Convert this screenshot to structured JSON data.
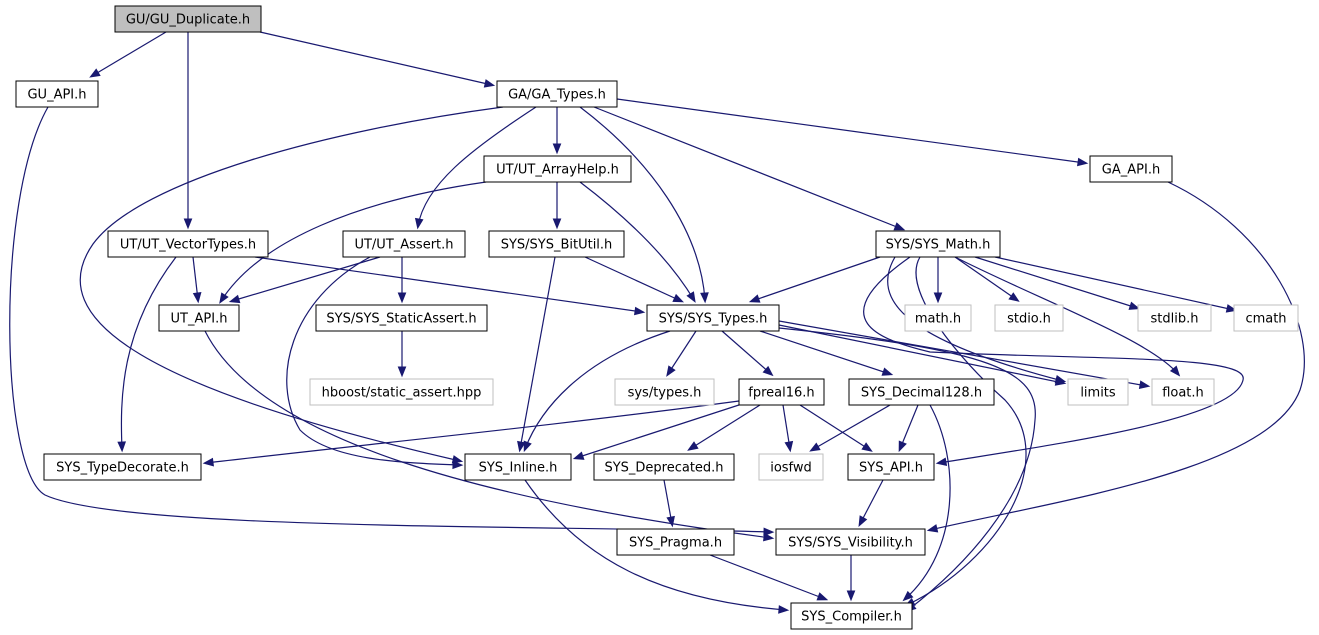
{
  "colors": {
    "edge": "#191970",
    "node_border": "#000000",
    "external_node_border": "#bfbfbf",
    "root_fill": "#bfbfbf",
    "background": "#ffffff"
  },
  "graph": {
    "root": "GU/GU_Duplicate.h",
    "nodes": [
      {
        "id": "dup",
        "label": "GU/GU_Duplicate.h",
        "kind": "root"
      },
      {
        "id": "guapi",
        "label": "GU_API.h",
        "kind": "file"
      },
      {
        "id": "gatypes",
        "label": "GA/GA_Types.h",
        "kind": "file"
      },
      {
        "id": "arrayhelp",
        "label": "UT/UT_ArrayHelp.h",
        "kind": "file"
      },
      {
        "id": "gaapi",
        "label": "GA_API.h",
        "kind": "file"
      },
      {
        "id": "vectypes",
        "label": "UT/UT_VectorTypes.h",
        "kind": "file"
      },
      {
        "id": "utassert",
        "label": "UT/UT_Assert.h",
        "kind": "file"
      },
      {
        "id": "bitutil",
        "label": "SYS/SYS_BitUtil.h",
        "kind": "file"
      },
      {
        "id": "sysmath",
        "label": "SYS/SYS_Math.h",
        "kind": "file"
      },
      {
        "id": "utapi",
        "label": "UT_API.h",
        "kind": "file"
      },
      {
        "id": "staticassert",
        "label": "SYS/SYS_StaticAssert.h",
        "kind": "file"
      },
      {
        "id": "systypes",
        "label": "SYS/SYS_Types.h",
        "kind": "file"
      },
      {
        "id": "mathh",
        "label": "math.h",
        "kind": "external"
      },
      {
        "id": "stdio",
        "label": "stdio.h",
        "kind": "external"
      },
      {
        "id": "stdlib",
        "label": "stdlib.h",
        "kind": "external"
      },
      {
        "id": "cmath",
        "label": "cmath",
        "kind": "external"
      },
      {
        "id": "hboost",
        "label": "hboost/static_assert.hpp",
        "kind": "external"
      },
      {
        "id": "systypesh",
        "label": "sys/types.h",
        "kind": "external"
      },
      {
        "id": "fpreal16",
        "label": "fpreal16.h",
        "kind": "file"
      },
      {
        "id": "decimal",
        "label": "SYS_Decimal128.h",
        "kind": "file"
      },
      {
        "id": "limits",
        "label": "limits",
        "kind": "external"
      },
      {
        "id": "float",
        "label": "float.h",
        "kind": "external"
      },
      {
        "id": "typedecorate",
        "label": "SYS_TypeDecorate.h",
        "kind": "file"
      },
      {
        "id": "inline",
        "label": "SYS_Inline.h",
        "kind": "file"
      },
      {
        "id": "deprecated",
        "label": "SYS_Deprecated.h",
        "kind": "file"
      },
      {
        "id": "iosfwd",
        "label": "iosfwd",
        "kind": "external"
      },
      {
        "id": "sysapi",
        "label": "SYS_API.h",
        "kind": "file"
      },
      {
        "id": "pragma",
        "label": "SYS_Pragma.h",
        "kind": "file"
      },
      {
        "id": "visibility",
        "label": "SYS/SYS_Visibility.h",
        "kind": "file"
      },
      {
        "id": "compiler",
        "label": "SYS_Compiler.h",
        "kind": "file"
      }
    ],
    "edges": [
      {
        "from": "dup",
        "to": "guapi"
      },
      {
        "from": "dup",
        "to": "vectypes"
      },
      {
        "from": "dup",
        "to": "gatypes"
      },
      {
        "from": "guapi",
        "to": "visibility"
      },
      {
        "from": "gatypes",
        "to": "inline"
      },
      {
        "from": "gatypes",
        "to": "utassert"
      },
      {
        "from": "gatypes",
        "to": "arrayhelp"
      },
      {
        "from": "gatypes",
        "to": "systypes"
      },
      {
        "from": "gatypes",
        "to": "sysmath"
      },
      {
        "from": "gatypes",
        "to": "gaapi"
      },
      {
        "from": "arrayhelp",
        "to": "utapi"
      },
      {
        "from": "arrayhelp",
        "to": "bitutil"
      },
      {
        "from": "arrayhelp",
        "to": "systypes"
      },
      {
        "from": "gaapi",
        "to": "visibility"
      },
      {
        "from": "vectypes",
        "to": "typedecorate"
      },
      {
        "from": "vectypes",
        "to": "utapi"
      },
      {
        "from": "vectypes",
        "to": "systypes"
      },
      {
        "from": "utassert",
        "to": "utapi"
      },
      {
        "from": "utassert",
        "to": "staticassert"
      },
      {
        "from": "utassert",
        "to": "inline"
      },
      {
        "from": "bitutil",
        "to": "systypes"
      },
      {
        "from": "bitutil",
        "to": "inline"
      },
      {
        "from": "sysmath",
        "to": "systypes"
      },
      {
        "from": "sysmath",
        "to": "mathh"
      },
      {
        "from": "sysmath",
        "to": "stdio"
      },
      {
        "from": "sysmath",
        "to": "stdlib"
      },
      {
        "from": "sysmath",
        "to": "cmath"
      },
      {
        "from": "sysmath",
        "to": "float"
      },
      {
        "from": "sysmath",
        "to": "limits"
      },
      {
        "from": "sysmath",
        "to": "sysapi"
      },
      {
        "from": "sysmath",
        "to": "compiler"
      },
      {
        "from": "utapi",
        "to": "visibility"
      },
      {
        "from": "staticassert",
        "to": "hboost"
      },
      {
        "from": "systypes",
        "to": "systypesh"
      },
      {
        "from": "systypes",
        "to": "inline"
      },
      {
        "from": "systypes",
        "to": "fpreal16"
      },
      {
        "from": "systypes",
        "to": "decimal"
      },
      {
        "from": "systypes",
        "to": "limits"
      },
      {
        "from": "systypes",
        "to": "float"
      },
      {
        "from": "systypes",
        "to": "compiler"
      },
      {
        "from": "fpreal16",
        "to": "typedecorate"
      },
      {
        "from": "fpreal16",
        "to": "inline"
      },
      {
        "from": "fpreal16",
        "to": "deprecated"
      },
      {
        "from": "fpreal16",
        "to": "iosfwd"
      },
      {
        "from": "fpreal16",
        "to": "sysapi"
      },
      {
        "from": "decimal",
        "to": "iosfwd"
      },
      {
        "from": "decimal",
        "to": "sysapi"
      },
      {
        "from": "decimal",
        "to": "compiler"
      },
      {
        "from": "inline",
        "to": "compiler"
      },
      {
        "from": "deprecated",
        "to": "pragma"
      },
      {
        "from": "sysapi",
        "to": "visibility"
      },
      {
        "from": "pragma",
        "to": "compiler"
      },
      {
        "from": "visibility",
        "to": "compiler"
      }
    ]
  }
}
